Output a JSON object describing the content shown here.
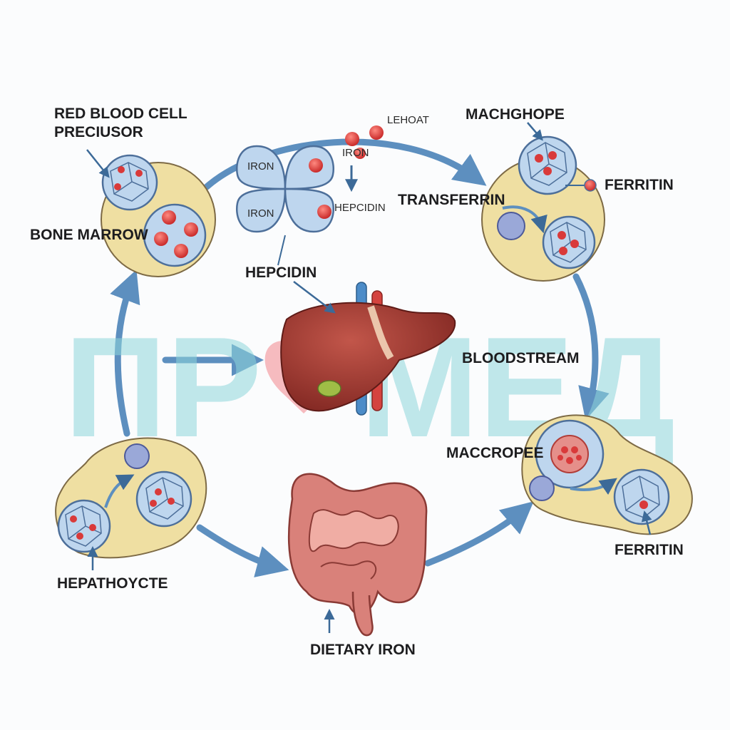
{
  "diagram": {
    "labels": {
      "rbc_precursor_line1": "RED BLOOD CELL",
      "rbc_precursor_line2": "PRECIUSOR",
      "bone_marrow": "BONE MARROW",
      "iron_top": "IRON",
      "iron_bottom": "IRON",
      "lehoat": "LEHOAT",
      "iron_small": "IRON",
      "hepcidin_small": "HEPCIDIN",
      "hepcidin": "HEPCIDIN",
      "machghope": "MACHGHOPE",
      "ferritin_top": "FERRITIN",
      "transferrin": "TRANSFERRIN",
      "bloodstream": "BLOODSTREAM",
      "maccropee": "MACCROPEE",
      "ferritin_bottom": "FERRITIN",
      "hepatocyte": "HEPATHOYCTE",
      "dietary_iron": "DIETARY IRON"
    },
    "watermark": {
      "left": "ПР",
      "right": "МЕД"
    },
    "colors": {
      "cell_body": "#efdfa2",
      "cell_outline": "#7d6a45",
      "vesicle": "#bed6ee",
      "vesicle_outline": "#4d6f9a",
      "iron_dot": "#d93a3a",
      "arrow": "#5d8fbf",
      "liver": "#a3362e",
      "intestine": "#d9817a",
      "watermark": "#8fd6dc",
      "watermark_heart": "#f2858c"
    }
  }
}
